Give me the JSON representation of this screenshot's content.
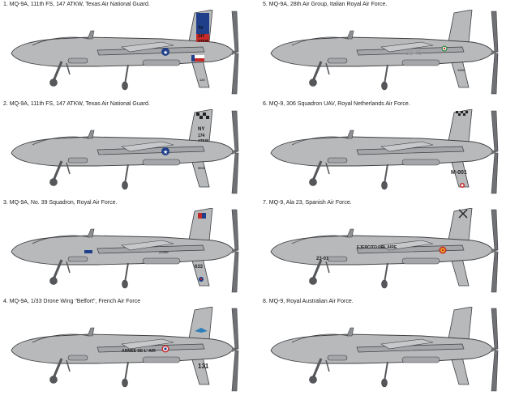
{
  "colors": {
    "body": "#b7b9bb",
    "body_dark": "#8e9093",
    "outline": "#3d3f42",
    "prop": "#6f7174",
    "gear": "#55575a",
    "text": "#222222"
  },
  "profiles": [
    {
      "caption": "1. MQ-9A, 111th FS, 147 ATKW, Texas Air National Guard.",
      "markings": [
        "TX",
        "147",
        "ATKW",
        "120"
      ],
      "tail": "texas",
      "insignia": "usaf-star"
    },
    {
      "caption": "2. MQ-9A, 111th FS, 147 ATKW, Texas Air National Guard.",
      "markings": [
        "NY",
        "174",
        "ATKW",
        "5001"
      ],
      "tail": "checker-ny",
      "insignia": "usaf-star"
    },
    {
      "caption": "3. MQ-9A, No. 39 Squadron, Royal Air Force.",
      "markings": [
        "ZZ200",
        "633"
      ],
      "tail": "raf-flash",
      "insignia": "raf-roundel"
    },
    {
      "caption": "4. MQ-9A, 1/33 Drone Wing \"Belfort\", French Air Force",
      "markings": [
        "ARMEE DE L' AIR",
        "131"
      ],
      "tail": "bird",
      "insignia": "french-roundel"
    },
    {
      "caption": "5. MQ-9A, 28th Air Group, Italian Royal Air Force.",
      "markings": [
        "32-45",
        "1203"
      ],
      "tail": "plain",
      "insignia": "italian-roundel"
    },
    {
      "caption": "6. MQ-9, 306 Squadron UAV, Royal Netherlands Air Force.",
      "markings": [
        "M-001"
      ],
      "tail": "checker-top",
      "insignia": "dutch-roundel"
    },
    {
      "caption": "7. MQ-9, Ala 23, Spanish Air Force.",
      "markings": [
        "EJERCITO DEL AIRE",
        "23-01"
      ],
      "tail": "saltire",
      "insignia": "spanish-roundel"
    },
    {
      "caption": "8. MQ-9, Royal Australian Air Force.",
      "markings": [],
      "tail": "plain",
      "insignia": "none"
    }
  ]
}
